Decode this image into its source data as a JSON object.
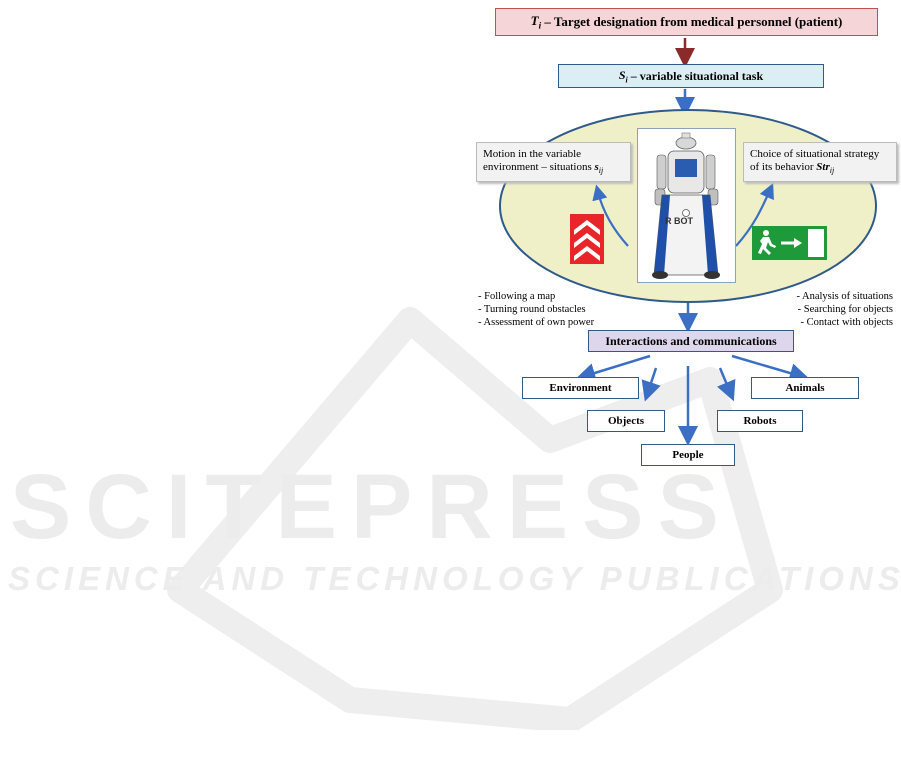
{
  "watermark": {
    "title": "SCITEPRESS",
    "subtitle": "SCIENCE AND TECHNOLOGY PUBLICATIONS"
  },
  "target_box": {
    "symbol": "T",
    "subscript": "i",
    "text": " – Target designation from medical personnel (patient)"
  },
  "task_box": {
    "symbol": "S",
    "subscript": "i",
    "text": " – variable situational task"
  },
  "left_callout": {
    "line1": "Motion in the variable",
    "line2": "environment – situations ",
    "var": "s",
    "sub": "ij"
  },
  "right_callout": {
    "line1": "Choice of situational strategy",
    "line2": "of its behavior ",
    "var": "Str",
    "sub": "ij"
  },
  "robot": {
    "logo": "R BOT"
  },
  "left_list": [
    "- Following a map",
    "- Turning round obstacles",
    "- Assessment of own power"
  ],
  "right_list": [
    "- Analysis of situations",
    "- Searching for objects",
    "- Contact with objects"
  ],
  "interactions_box": {
    "label": "Interactions and communications"
  },
  "targets": {
    "environment": "Environment",
    "objects": "Objects",
    "people": "People",
    "robots": "Robots",
    "animals": "Animals"
  },
  "colors": {
    "target_fill": "#f5d5d8",
    "target_border": "#c0504d",
    "task_fill": "#dbeef4",
    "ellipse_fill": "#f0f0c8",
    "ellipse_border": "#2e5a8c",
    "interactions_fill": "#ddd6ec",
    "arrow_blue": "#3a6fc4",
    "arrow_red": "#8b2a2a",
    "sign_red": "#e8262a",
    "sign_green": "#1f9a3a"
  }
}
